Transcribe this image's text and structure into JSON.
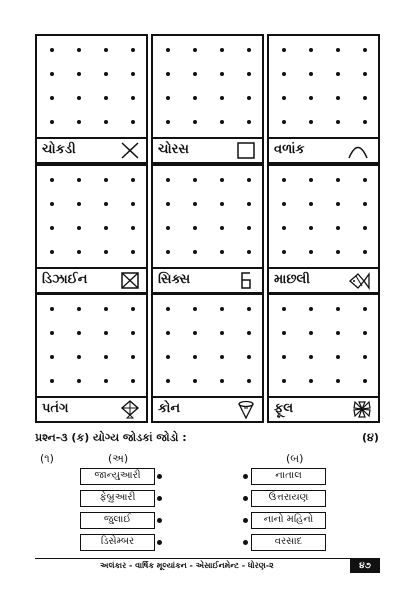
{
  "shape_cards": [
    {
      "label": "ચોકડી",
      "icon": "cross-mark-icon"
    },
    {
      "label": "ચોરસ",
      "icon": "square-icon"
    },
    {
      "label": "વળાંક",
      "icon": "arc-curve-icon"
    },
    {
      "label": "ડિઝાઈન",
      "icon": "boxed-cross-icon"
    },
    {
      "label": "સિક્સ",
      "icon": "six-digit-icon"
    },
    {
      "label": "માછલી",
      "icon": "fish-icon"
    },
    {
      "label": "પતંગ",
      "icon": "kite-icon"
    },
    {
      "label": "કોન",
      "icon": "cone-icon"
    },
    {
      "label": "ફૂલ",
      "icon": "flower-icon"
    }
  ],
  "question": {
    "title": "પ્રશ્ન-૩ (ક) યોગ્ય જોડકાં જોડો :",
    "marks": "(૪)",
    "number": "(૧)",
    "col_a_header": "(અ)",
    "col_b_header": "(બ)",
    "col_a": [
      "જાન્યુઆરી",
      "ફેબ્રુઆરી",
      "જુલાઈ",
      "ડિસેમ્બર"
    ],
    "col_b": [
      "નાતાલ",
      "ઉત્તરાયણ",
      "નાનો મહિનો",
      "વરસાદ"
    ]
  },
  "footer": {
    "text": "અલંકાર - વાર્ષિક મૂલ્યાંકન - એસાઈનમેન્ટ - ધોરણ-૨",
    "page": "૪૭"
  }
}
